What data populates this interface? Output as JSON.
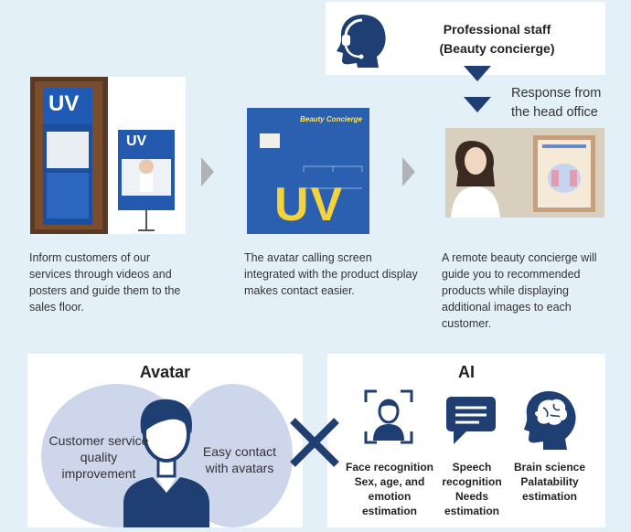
{
  "staff": {
    "line1": "Professional staff",
    "line2": "(Beauty concierge)"
  },
  "response": {
    "line1": "Response from",
    "line2": "the head office"
  },
  "photos": {
    "store_sign_text": "UV",
    "screen_title": "Beauty Concierge",
    "screen_big_text": "UV"
  },
  "descriptions": [
    "Inform customers of our services through videos and posters and guide them to the sales floor.",
    "The avatar calling screen integrated with the product display makes contact easier.",
    "A remote beauty concierge will guide you to recommended products while displaying additional images to each customer."
  ],
  "avatar_panel": {
    "title": "Avatar",
    "left_circle": "Customer service quality improvement",
    "right_circle": "Easy contact with avatars"
  },
  "ai_panel": {
    "title": "AI",
    "items": [
      {
        "label": "Face recognition Sex, age, and emotion estimation",
        "icon": "face-recognition-icon"
      },
      {
        "label": "Speech recognition Needs estimation",
        "icon": "speech-bubble-icon"
      },
      {
        "label": "Brain science Palatability estimation",
        "icon": "brain-head-icon"
      }
    ]
  },
  "colors": {
    "navy": "#1f3f73",
    "background": "#e4f0f7",
    "circle": "#cdd6eb",
    "arrow_gray": "#b0b3b6"
  }
}
